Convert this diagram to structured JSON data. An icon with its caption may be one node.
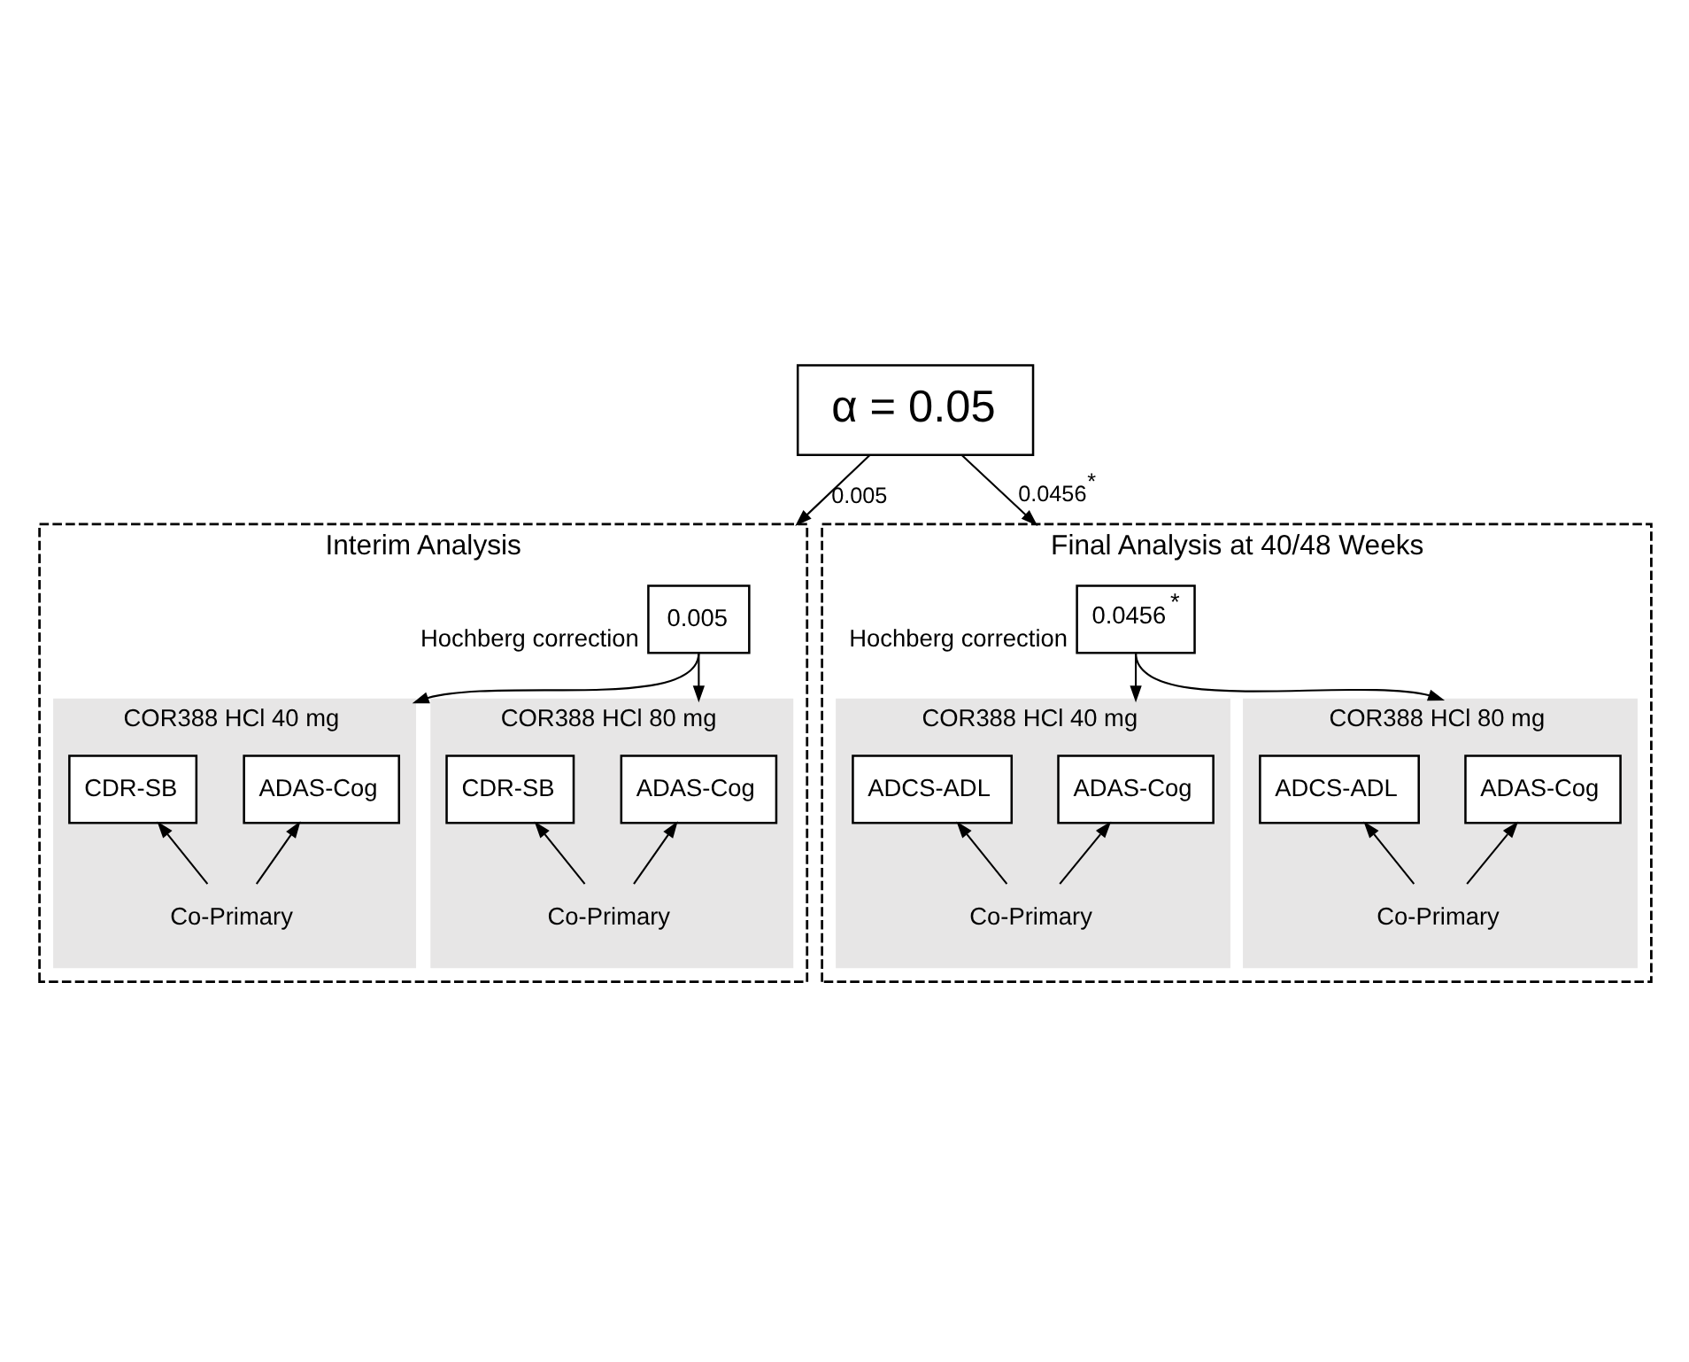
{
  "diagram": {
    "nodes": [
      {
        "text": [
          "α = 0.05"
        ]
      },
      {
        "text": [
          "Interim Analysis"
        ]
      },
      {
        "text": [
          "0.005"
        ],
        "in": 1,
        "beside": [
          "Hochberg correction"
        ]
      },
      {
        "text": [
          "COR388 HCl 40 mg"
        ],
        "in": 1
      },
      {
        "text": [
          "ADAS-Cog"
        ],
        "in": 3
      },
      {
        "text": [
          "CDR-SB"
        ],
        "in": 3
      },
      {
        "text": [
          "Co-Primary"
        ],
        "in": 3
      },
      {
        "text": [
          "COR388 HCl 80 mg"
        ],
        "in": 1
      },
      {
        "text": [
          "ADAS-Cog"
        ],
        "in": 7
      },
      {
        "text": [
          "CDR-SB"
        ],
        "in": 7
      },
      {
        "text": [
          "Co-Primary"
        ],
        "in": 7
      },
      {
        "text": [
          "Final Analysis at 40/48 Weeks"
        ]
      },
      {
        "text": [
          "0.0456$^{*}$"
        ],
        "in": 11,
        "beside": [
          "Hochberg correction"
        ]
      },
      {
        "text": [
          "COR388 HCl 40 mg"
        ],
        "in": 11
      },
      {
        "text": [
          "ADAS-Cog"
        ],
        "in": 13
      },
      {
        "text": [
          "ADCS-ADL"
        ],
        "in": 13
      },
      {
        "text": [
          "Co-Primary"
        ],
        "in": 13
      },
      {
        "text": [
          "COR388 HCl 80 mg"
        ],
        "in": 11
      },
      {
        "text": [
          "ADAS-Cog"
        ],
        "in": 17
      },
      {
        "text": [
          "ADCS-ADL"
        ],
        "in": 17
      },
      {
        "text": [
          "Co-Primary"
        ],
        "in": 17
      }
    ],
    "edges": [
      {
        "from": 0,
        "to": 1,
        "arrow": "to",
        "label": "0.005"
      },
      {
        "from": 0,
        "to": 11,
        "arrow": "to",
        "label": "0.0456$^{*}$"
      },
      {
        "from": 2,
        "to": 3,
        "arrow": "to"
      },
      {
        "from": 2,
        "to": 7,
        "arrow": "to"
      },
      {
        "from": 6,
        "to": 4,
        "arrow": "to"
      },
      {
        "from": 6,
        "to": 5,
        "arrow": "to"
      },
      {
        "from": 10,
        "to": 8,
        "arrow": "to"
      },
      {
        "from": 10,
        "to": 9,
        "arrow": "to"
      },
      {
        "from": 12,
        "to": 13,
        "arrow": "to"
      },
      {
        "from": 12,
        "to": 17,
        "arrow": "to"
      },
      {
        "from": 16,
        "to": 14,
        "arrow": "to"
      },
      {
        "from": 16,
        "to": 15,
        "arrow": "to"
      },
      {
        "from": 20,
        "to": 18,
        "arrow": "to"
      },
      {
        "from": 20,
        "to": 19,
        "arrow": "to"
      }
    ]
  }
}
